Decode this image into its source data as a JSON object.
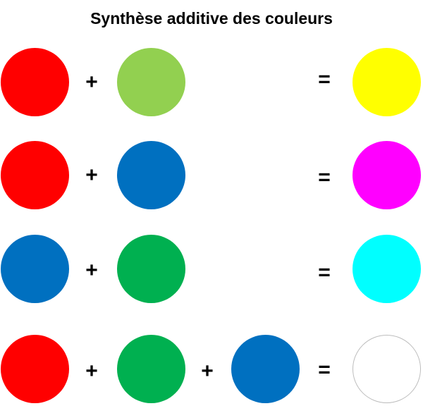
{
  "title": "Synthèse additive des couleurs",
  "operators": {
    "plus": "+",
    "equals": "="
  },
  "colors": {
    "red": "#ff0000",
    "light_green": "#92d050",
    "blue": "#0070c0",
    "green": "#00b050",
    "yellow": "#ffff00",
    "magenta": "#ff00ff",
    "cyan": "#00ffff",
    "white": "#ffffff"
  },
  "rows": [
    {
      "inputs": [
        "red",
        "light_green"
      ],
      "result": "yellow"
    },
    {
      "inputs": [
        "red",
        "blue"
      ],
      "result": "magenta"
    },
    {
      "inputs": [
        "blue",
        "green"
      ],
      "result": "cyan"
    },
    {
      "inputs": [
        "red",
        "green",
        "blue"
      ],
      "result": "white"
    }
  ]
}
